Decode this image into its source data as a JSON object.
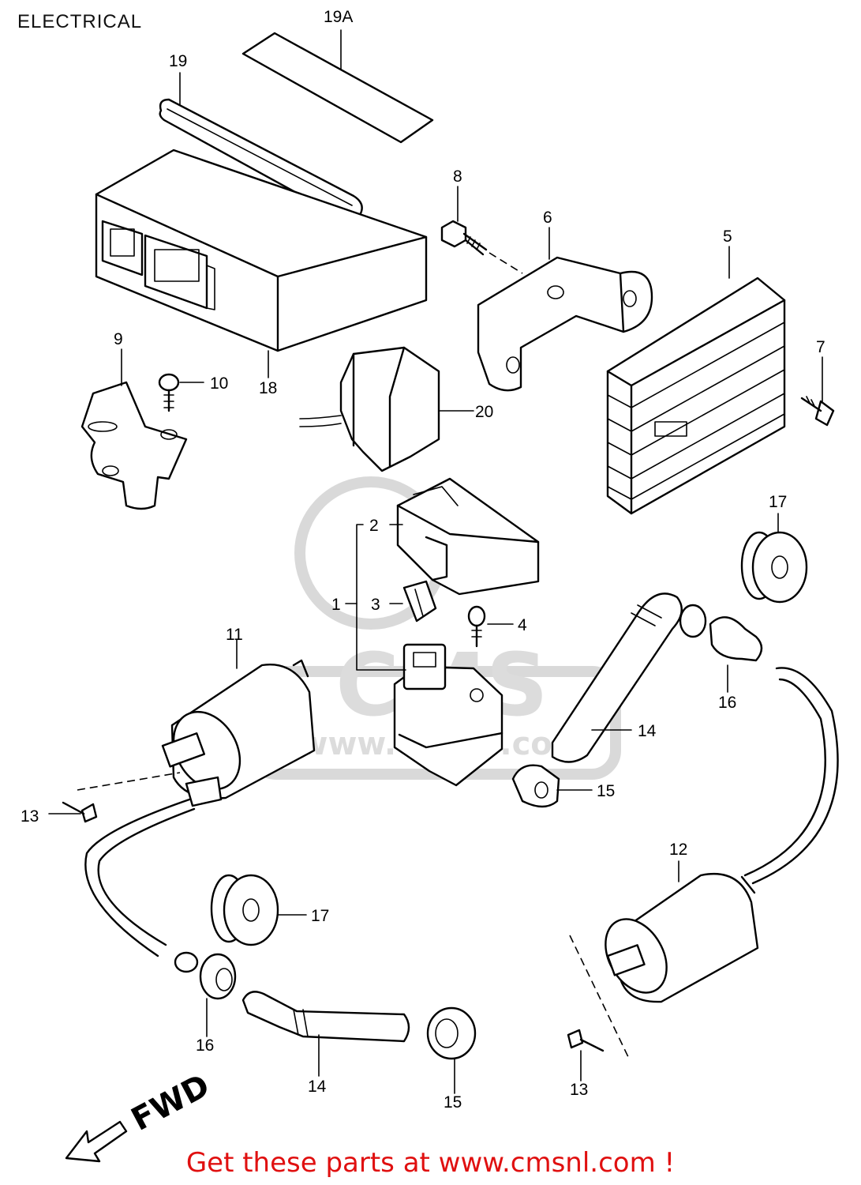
{
  "title": "ELECTRICAL",
  "footer_text": "Get these parts at www.cmsnl.com !",
  "direction_label": "FWD",
  "watermark": "CMS",
  "watermark_url": "www.cmsnl.com",
  "colors": {
    "footer": "#e01010",
    "line": "#000000",
    "watermark": "#d9d9d9"
  },
  "callouts": {
    "c19a": "19A",
    "c19": "19",
    "c18": "18",
    "c8": "8",
    "c6": "6",
    "c5": "5",
    "c7": "7",
    "c9": "9",
    "c10": "10",
    "c20": "20",
    "c2": "2",
    "c1": "1",
    "c3": "3",
    "c4": "4",
    "c17a": "17",
    "c11": "11",
    "c16a": "16",
    "c14a": "14",
    "c15a": "15",
    "c13a": "13",
    "c12": "12",
    "c17b": "17",
    "c16b": "16",
    "c14b": "14",
    "c15b": "15",
    "c13b": "13"
  }
}
